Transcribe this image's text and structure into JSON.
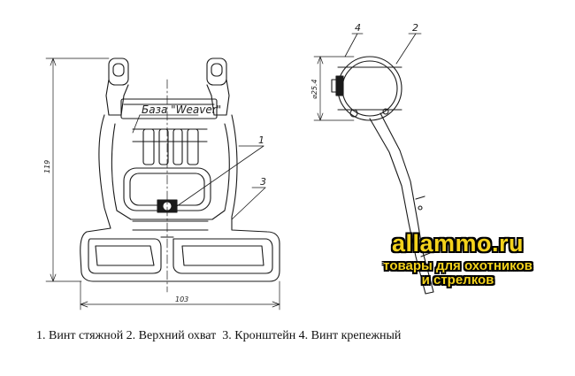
{
  "drawing": {
    "weaver_label": "База \"Weaver\"",
    "height_dim": "119",
    "width_dim": "103",
    "diameter_dim": "⌀25.4",
    "callouts": [
      "1",
      "2",
      "3",
      "4"
    ]
  },
  "watermark": {
    "site": "allammo.ru",
    "line1": "товары для охотников",
    "line2": "и стрелков"
  },
  "caption": "1. Винт стяжной 2. Верхний охват  3. Кронштейн 4. Винт крепежный"
}
